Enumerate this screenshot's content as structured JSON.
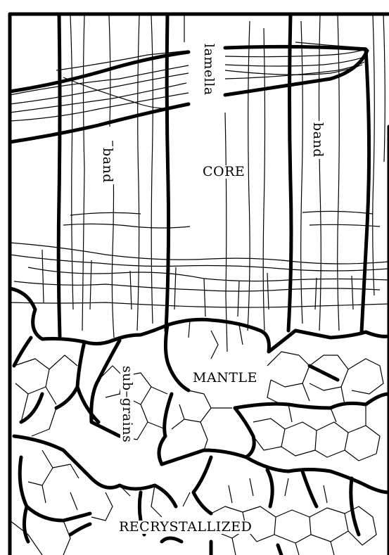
{
  "diagram": {
    "labels": {
      "lamella": "lamella",
      "band_left": "band",
      "band_right": "band",
      "core": "CORE",
      "mantle": "MANTLE",
      "subgrains": "sub–grains",
      "recrystallized": "RECRYSTALLIZED"
    }
  }
}
